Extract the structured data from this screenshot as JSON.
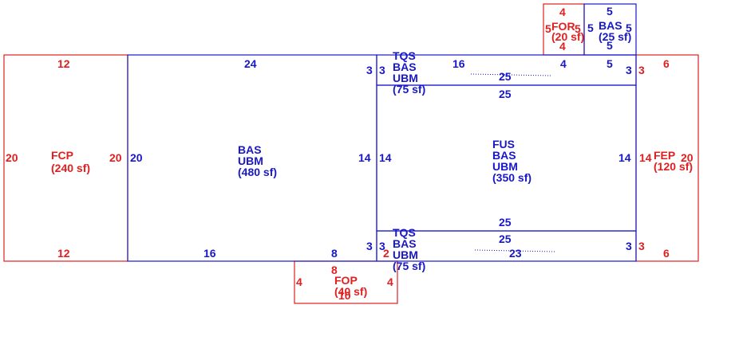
{
  "colors": {
    "red": "#e02020",
    "blue": "#1818c8"
  },
  "areas": {
    "fcp": {
      "code": "FCP",
      "size": "(240 sf)",
      "dims": {
        "top": "12",
        "bottom": "12",
        "left": "20",
        "right": "20"
      }
    },
    "bas_main": {
      "lines": [
        "BAS",
        "UBM",
        "(480 sf)"
      ],
      "dims": {
        "top": "24",
        "bottom_left": "16",
        "bottom_right": "8",
        "left": "20",
        "right": "14",
        "right_step": "3"
      }
    },
    "tqs_top": {
      "lines": [
        "TQS",
        "BAS",
        "UBM",
        "(75 sf)"
      ],
      "dims": {
        "left": "3",
        "top": "16",
        "top_right": "4",
        "top_far": "5",
        "bottom": "25",
        "right": "3"
      }
    },
    "fus": {
      "lines": [
        "FUS",
        "BAS",
        "UBM",
        "(350 sf)"
      ],
      "dims": {
        "top": "25",
        "bottom": "25",
        "left": "14",
        "right": "14"
      }
    },
    "tqs_bottom": {
      "lines": [
        "TQS",
        "BAS",
        "UBM",
        "(75 sf)"
      ],
      "dims": {
        "top": "25",
        "bottom": "23",
        "left": "3",
        "right": "3"
      }
    },
    "for": {
      "code": "FOR",
      "size": "(20 sf)",
      "dims": {
        "top": "4",
        "bottom": "4",
        "left": "5",
        "right": "5"
      }
    },
    "bas_small": {
      "code": "BAS",
      "size": "(25 sf)",
      "dims": {
        "top": "5",
        "bottom": "5",
        "left": "5",
        "right": "5"
      }
    },
    "fep": {
      "code": "FEP",
      "size": "(120 sf)",
      "dims": {
        "top": "6",
        "bottom": "6",
        "left": "14",
        "right": "20",
        "step_top": "3",
        "step_bottom": "3"
      }
    },
    "fop": {
      "code": "FOP",
      "size": "(40 sf)",
      "dims": {
        "top": "8",
        "bottom": "10",
        "left": "4",
        "right": "4",
        "step": "2"
      }
    }
  }
}
